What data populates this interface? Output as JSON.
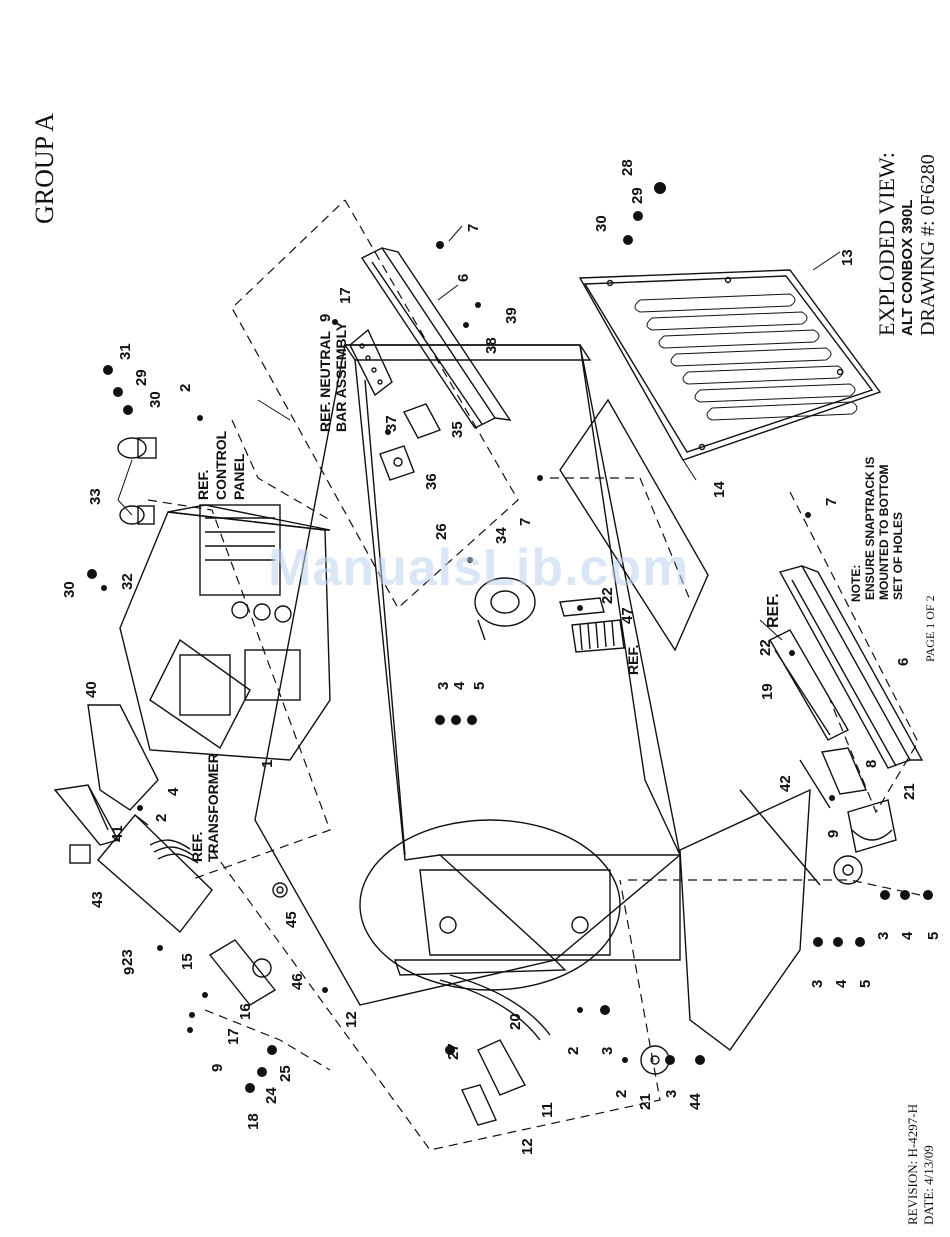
{
  "header": {
    "group": "GROUP  A",
    "title_line1": "EXPLODED VIEW:",
    "title_line2": "ALT CONBOX 390L",
    "title_line3": "DRAWING #: 0F6280"
  },
  "footer": {
    "revision": "REVISION: H-4297-H",
    "date": "DATE:  4/13/09",
    "page": "PAGE 1 OF 2"
  },
  "notes": {
    "note_line1": "NOTE:",
    "note_line2": "ENSURE SNAPTRACK IS",
    "note_line3": "MOUNTED TO BOTTOM",
    "note_line4": "SET OF HOLES"
  },
  "reference_labels": {
    "neutral_bar_line1": "REF. NEUTRAL",
    "neutral_bar_line2": "BAR ASSEMBLY",
    "control_panel_line1": "REF.",
    "control_panel_line2": "CONTROL",
    "control_panel_line3": "PANEL",
    "transformer_line1": "REF.",
    "transformer_line2": "TRANSFORMER",
    "ref_terminal": "REF.",
    "ref_breaker": "REF."
  },
  "watermark": "ManualsLib.com",
  "callouts": [
    "28",
    "29",
    "30",
    "13",
    "7",
    "6",
    "39",
    "38",
    "17",
    "9",
    "37",
    "35",
    "36",
    "31",
    "29",
    "30",
    "2",
    "33",
    "30",
    "32",
    "26",
    "34",
    "7",
    "14",
    "22",
    "47",
    "7",
    "22",
    "19",
    "6",
    "40",
    "41",
    "43",
    "4",
    "2",
    "23",
    "1",
    "3",
    "4",
    "5",
    "9",
    "15",
    "45",
    "46",
    "16",
    "17",
    "9",
    "12",
    "20",
    "2",
    "3",
    "27",
    "11",
    "12",
    "18",
    "24",
    "25",
    "21",
    "3",
    "44",
    "2",
    "3",
    "4",
    "5",
    "3",
    "4",
    "5",
    "9",
    "21",
    "8",
    "42"
  ]
}
